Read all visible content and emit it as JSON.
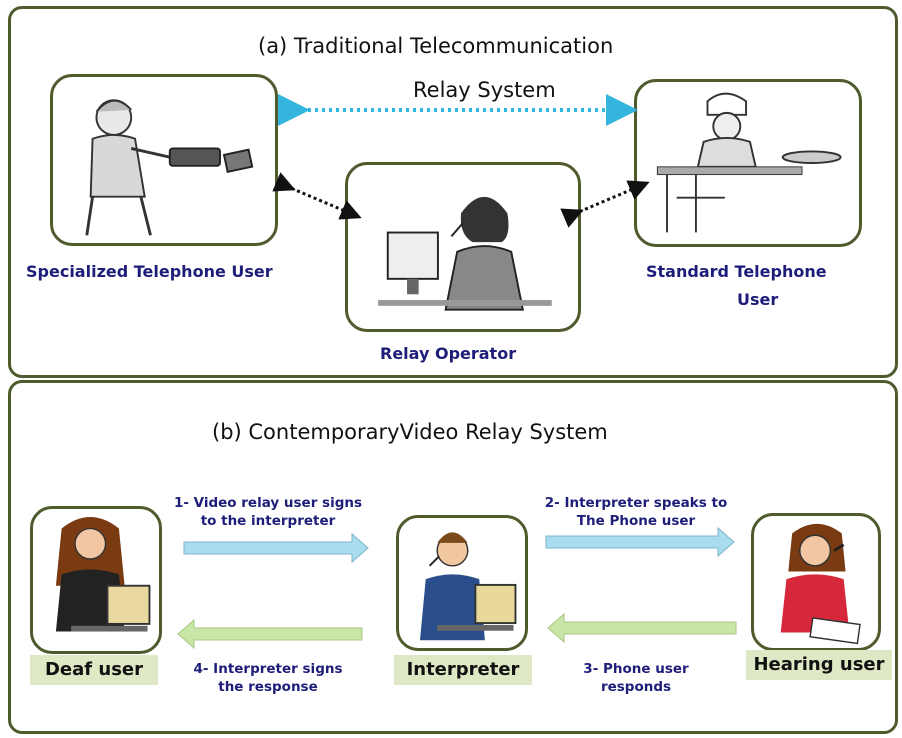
{
  "panel_a": {
    "title": "(a) Traditional Telecommunication",
    "relay_system_label": "Relay System",
    "labels": {
      "specialized_user": "Specialized Telephone User",
      "standard_user_line1": "Standard Telephone",
      "standard_user_line2": "User",
      "relay_operator": "Relay Operator"
    }
  },
  "panel_b": {
    "title": "(b) ContemporaryVideo Relay System",
    "roles": {
      "deaf_user": "Deaf user",
      "interpreter": "Interpreter",
      "hearing_user": "Hearing user"
    },
    "steps": {
      "step1_line1": "1- Video relay user signs",
      "step1_line2": "to the interpreter",
      "step2_line1": "2- Interpreter speaks to",
      "step2_line2": "The Phone user",
      "step3_line1": "3- Phone user",
      "step3_line2": "responds",
      "step4_line1": "4- Interpreter signs",
      "step4_line2": "the response"
    }
  },
  "colors": {
    "frame_border": "#4e5b2c",
    "label_text": "#1e1e7a",
    "relay_arrow": "#33b5e0",
    "forward_arrow": "#a8dcee",
    "return_arrow": "#c9e6a6",
    "role_background": "#dfe8c4"
  }
}
